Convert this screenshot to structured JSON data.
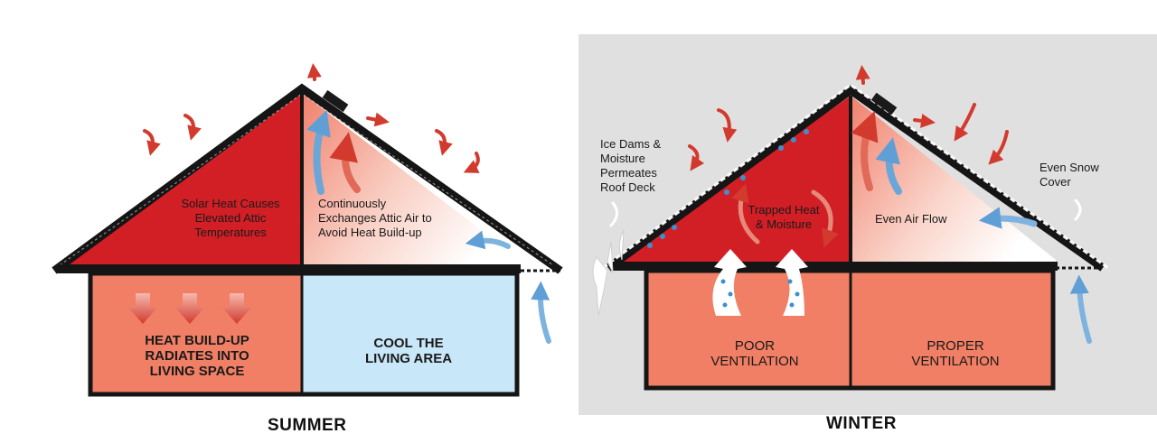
{
  "summer": {
    "caption": "SUMMER",
    "attic_left_text": "Solar Heat Causes\nElevated Attic\nTemperatures",
    "attic_right_text": "Continuously\nExchanges Attic Air to\nAvoid Heat Build-up",
    "room_left_text": "HEAT BUILD-UP\nRADIATES INTO\nLIVING SPACE",
    "room_right_text": "COOL THE\nLIVING AREA"
  },
  "winter": {
    "caption": "WINTER",
    "ice_dams_text": "Ice Dams &\nMoisture\nPermeates\nRoof Deck",
    "trapped_text": "Trapped Heat\n& Moisture",
    "air_flow_text": "Even Air Flow",
    "snow_text": "Even Snow\nCover",
    "room_left_text": "POOR\nVENTILATION",
    "room_right_text": "PROPER\nVENTILATION"
  },
  "colors": {
    "attic_hot": "#d21f26",
    "room_warm": "#f07f65",
    "room_cool": "#c8e7f8",
    "outline": "#151515",
    "arrow_red": "#c9392e",
    "arrow_blue": "#6aa6d8",
    "winter_bg": "#e0e0e0"
  }
}
